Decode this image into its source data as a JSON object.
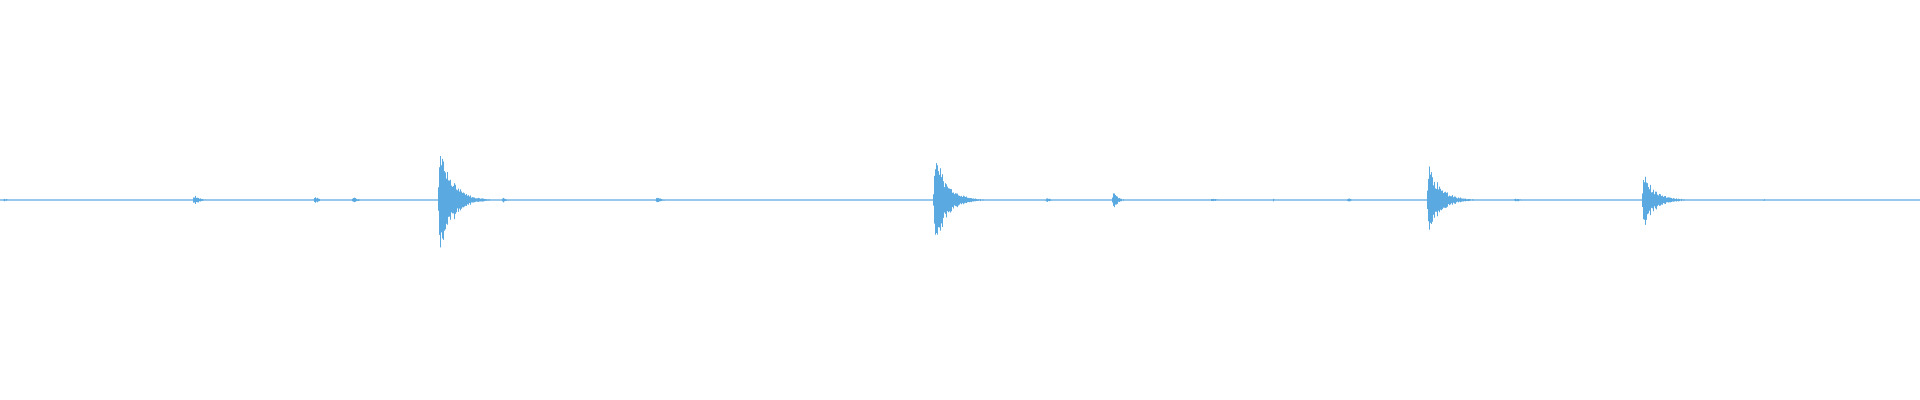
{
  "colors": {
    "background": "#ffffff",
    "waveform": "#5aa9e0"
  },
  "chart_data": {
    "type": "area",
    "title": "",
    "xlabel": "",
    "ylabel": "",
    "xlim": [
      0,
      1
    ],
    "ylim": [
      -1,
      1
    ],
    "grid": false,
    "legend": "none",
    "baseline_amplitude": 0.008,
    "events": [
      {
        "t": 0.002,
        "peak": 0.02,
        "decay": 0.004
      },
      {
        "t": 0.101,
        "peak": 0.07,
        "decay": 0.003
      },
      {
        "t": 0.164,
        "peak": 0.06,
        "decay": 0.002
      },
      {
        "t": 0.184,
        "peak": 0.05,
        "decay": 0.002
      },
      {
        "t": 0.229,
        "peak": 0.95,
        "decay": 0.006
      },
      {
        "t": 0.262,
        "peak": 0.04,
        "decay": 0.002
      },
      {
        "t": 0.342,
        "peak": 0.04,
        "decay": 0.003
      },
      {
        "t": 0.487,
        "peak": 0.77,
        "decay": 0.006
      },
      {
        "t": 0.499,
        "peak": 0.1,
        "decay": 0.003
      },
      {
        "t": 0.545,
        "peak": 0.04,
        "decay": 0.002
      },
      {
        "t": 0.58,
        "peak": 0.15,
        "decay": 0.002
      },
      {
        "t": 0.631,
        "peak": 0.03,
        "decay": 0.003
      },
      {
        "t": 0.663,
        "peak": 0.02,
        "decay": 0.002
      },
      {
        "t": 0.702,
        "peak": 0.03,
        "decay": 0.002
      },
      {
        "t": 0.744,
        "peak": 0.58,
        "decay": 0.006
      },
      {
        "t": 0.754,
        "peak": 0.06,
        "decay": 0.003
      },
      {
        "t": 0.789,
        "peak": 0.03,
        "decay": 0.003
      },
      {
        "t": 0.856,
        "peak": 0.42,
        "decay": 0.006
      },
      {
        "t": 0.866,
        "peak": 0.07,
        "decay": 0.003
      },
      {
        "t": 0.918,
        "peak": 0.02,
        "decay": 0.003
      }
    ]
  }
}
